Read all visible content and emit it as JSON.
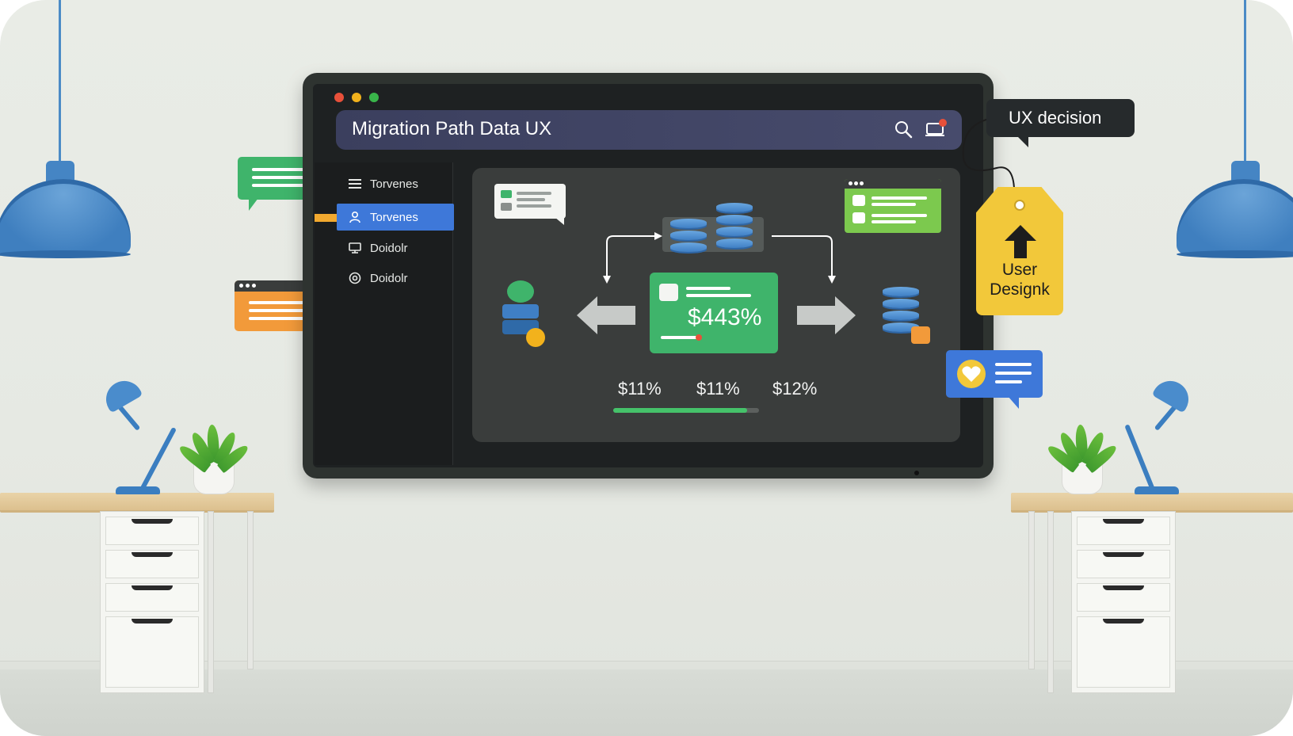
{
  "window": {
    "title": "Migration Path Data UX",
    "traffic_lights": [
      "#e8503a",
      "#f2b21c",
      "#39b54a"
    ]
  },
  "sidebar": {
    "items": [
      {
        "label": "Torvenes",
        "icon": "menu-icon",
        "active": false
      },
      {
        "label": "Torvenes",
        "icon": "user-icon",
        "active": true
      },
      {
        "label": "Doidolr",
        "icon": "monitor-icon",
        "active": false
      },
      {
        "label": "Doidolr",
        "icon": "target-icon",
        "active": false
      }
    ]
  },
  "dashboard": {
    "metric": "$443%",
    "stats": [
      "$11%",
      "$11%",
      "$12%"
    ],
    "progress": 0.92
  },
  "annotations": {
    "ux_decision": "UX decision",
    "user_design": "User Designk"
  },
  "colors": {
    "accent_blue": "#3e78d9",
    "accent_green": "#3fb46b",
    "accent_yellow": "#f2c83a",
    "accent_orange": "#f29a3a"
  }
}
